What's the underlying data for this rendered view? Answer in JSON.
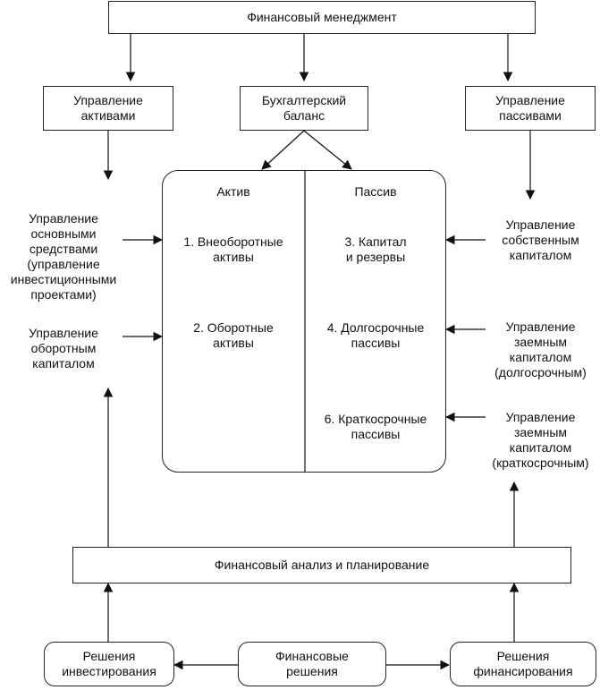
{
  "top": "Финансовый менеджмент",
  "mgmt_assets": [
    "Управление",
    "активами"
  ],
  "balance_sheet": [
    "Бухгалтерский",
    "баланс"
  ],
  "mgmt_liabilities": [
    "Управление",
    "пассивами"
  ],
  "balance": {
    "assets_header": "Актив",
    "liabilities_header": "Пассив",
    "asset1": [
      "1. Внеоборотные",
      "активы"
    ],
    "asset2": [
      "2. Оборотные",
      "активы"
    ],
    "liab3": [
      "3. Капитал",
      "и резервы"
    ],
    "liab4": [
      "4. Долгосрочные",
      "пассивы"
    ],
    "liab6": [
      "6. Краткосрочные",
      "пассивы"
    ]
  },
  "left": {
    "fixed": [
      "Управление",
      "основными",
      "средствами",
      "(управление",
      "инвестиционными",
      "проектами)"
    ],
    "working": [
      "Управление",
      "оборотным",
      "капиталом"
    ]
  },
  "right": {
    "equity": [
      "Управление",
      "собственным",
      "капиталом"
    ],
    "debt_long": [
      "Управление",
      "заемным",
      "капиталом",
      "(долгосрочным)"
    ],
    "debt_short": [
      "Управление",
      "заемным",
      "капиталом",
      "(краткосрочным)"
    ]
  },
  "analysis": "Финансовый анализ и планирование",
  "decisions": {
    "investment": [
      "Решения",
      "инвестирования"
    ],
    "financial": [
      "Финансовые",
      "решения"
    ],
    "financing": [
      "Решения",
      "финансирования"
    ]
  }
}
